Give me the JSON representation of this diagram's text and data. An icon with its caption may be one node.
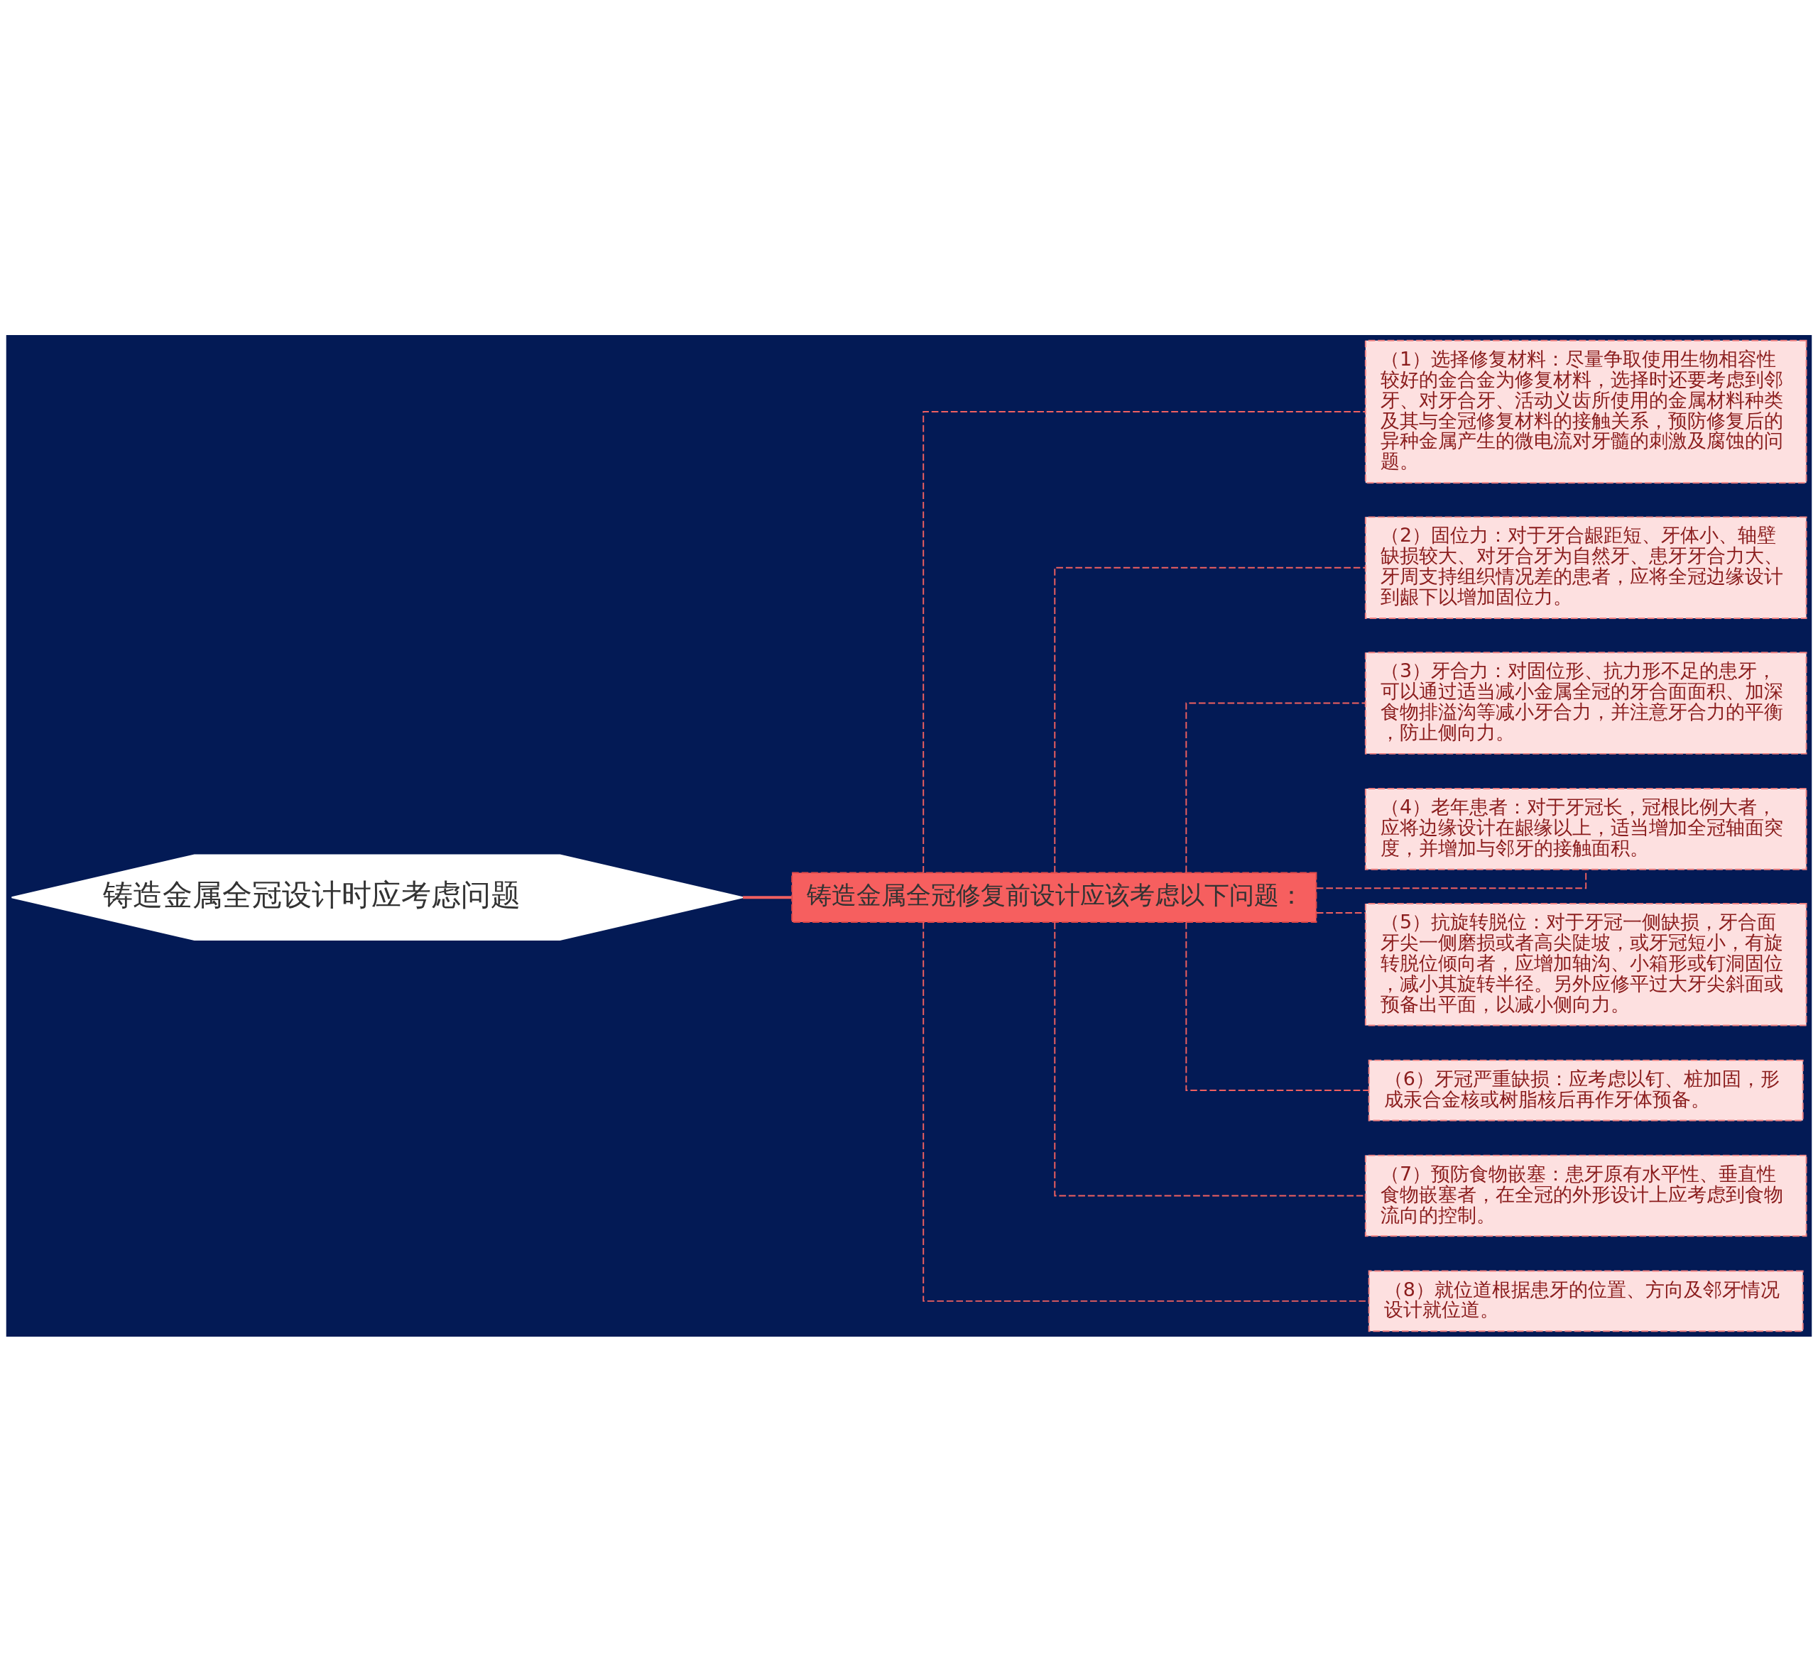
{
  "diagram": {
    "nodes": [
      {
        "text": [
          "铸造金属全冠设计时应考虑问题"
        ]
      },
      {
        "text": [
          "铸造金属全冠修复前设计应该考虑以下问题："
        ]
      },
      {
        "text": [
          "（1）选择修复材料：尽量争取使用生物相容性较好的金合金为修复材料，选择时还要考虑到邻牙、对牙合牙、活动义齿所使用的金属材料种类及其与全冠修复材料的接触关系，预防修复后的异种金属产生的微电流对牙髓的刺激及腐蚀的问题。"
        ]
      },
      {
        "text": [
          "（2）固位力：对于牙合龈距短、牙体小、轴壁缺损较大、对牙合牙为自然牙、患牙牙合力大、牙周支持组织情况差的患者，应将全冠边缘设计到龈下以增加固位力。"
        ]
      },
      {
        "text": [
          "（3）牙合力：对固位形、抗力形不足的患牙，可以通过适当减小金属全冠的牙合面面积、加深食物排溢沟等减小牙合力，并注意牙合力的平衡，防止侧向力。"
        ]
      },
      {
        "text": [
          "（4）老年患者：对于牙冠长，冠根比例大者，应将边缘设计在龈缘以上，适当增加全冠轴面突度，并增加与邻牙的接触面积。"
        ]
      },
      {
        "text": [
          "（5）抗旋转脱位：对于牙冠一侧缺损，牙合面牙尖一侧磨损或者高尖陡坡，或牙冠短小，有旋转脱位倾向者，应增加轴沟、小箱形或钉洞固位，减小其旋转半径。另外应修平过大牙尖斜面或预备出平面，以减小侧向力。"
        ]
      },
      {
        "text": [
          "（6）牙冠严重缺损：应考虑以钉、桩加固，形成汞合金核或树脂核后再作牙体预备。"
        ]
      },
      {
        "text": [
          "（7）预防食物嵌塞：患牙原有水平性、垂直性食物嵌塞者，在全冠的外形设计上应考虑到食物流向的控制。"
        ]
      },
      {
        "text": [
          "（8）就位道根据患牙的位置、方向及邻牙情况设计就位道。"
        ]
      }
    ],
    "edges": [
      {
        "from": 0,
        "to": 1,
        "arrow": "none"
      },
      {
        "from": 1,
        "to": 2,
        "arrow": "none",
        "style": "dashed"
      },
      {
        "from": 1,
        "to": 3,
        "arrow": "none",
        "style": "dashed"
      },
      {
        "from": 1,
        "to": 4,
        "arrow": "none",
        "style": "dashed"
      },
      {
        "from": 1,
        "to": 5,
        "arrow": "none",
        "style": "dashed"
      },
      {
        "from": 1,
        "to": 6,
        "arrow": "none",
        "style": "dashed"
      },
      {
        "from": 1,
        "to": 7,
        "arrow": "none",
        "style": "dashed"
      },
      {
        "from": 1,
        "to": 8,
        "arrow": "none",
        "style": "dashed"
      },
      {
        "from": 1,
        "to": 9,
        "arrow": "none",
        "style": "dashed"
      }
    ]
  }
}
